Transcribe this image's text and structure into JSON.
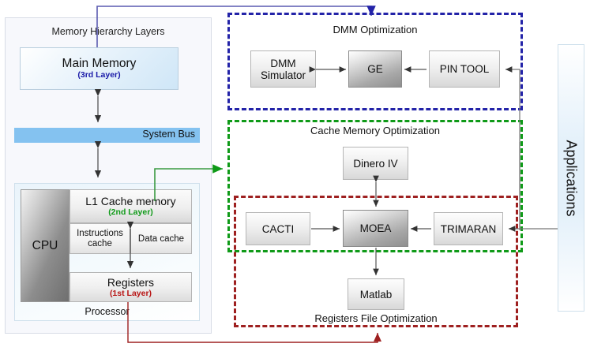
{
  "memory_panel": {
    "title": "Memory Hierarchy Layers",
    "main_memory": {
      "name": "Main Memory",
      "layer": "(3rd Layer)",
      "layer_color": "#1a1aa8"
    },
    "system_bus": "System Bus",
    "processor_label": "Processor",
    "cpu": "CPU",
    "l1_cache": {
      "name": "L1 Cache memory",
      "layer": "(2nd Layer)",
      "layer_color": "#0f9a18"
    },
    "instructions_cache": "Instructions cache",
    "data_cache": "Data cache",
    "registers": {
      "name": "Registers",
      "layer": "(1st Layer)",
      "layer_color": "#b81414"
    }
  },
  "dmm_section": {
    "title": "DMM Optimization",
    "border_color": "#2323a8",
    "nodes": {
      "dmm_simulator": "DMM Simulator",
      "ge": "GE",
      "pin_tool": "PIN TOOL"
    }
  },
  "cache_section": {
    "title": "Cache Memory Optimization",
    "border_color": "#0f9a18",
    "nodes": {
      "dinero": "Dinero IV",
      "cacti": "CACTI",
      "moea": "MOEA",
      "trimaran": "TRIMARAN"
    }
  },
  "registers_section": {
    "title": "Registers File Optimization",
    "border_color": "#9e2020",
    "nodes": {
      "matlab": "Matlab"
    }
  },
  "applications_panel": {
    "label": "Applications"
  }
}
